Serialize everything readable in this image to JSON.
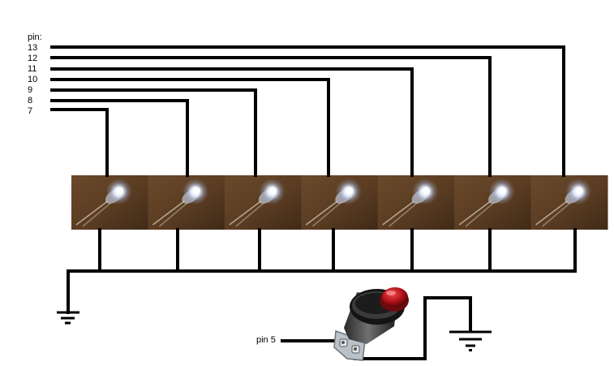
{
  "pins": {
    "header_label": "pin:",
    "labels": [
      "13",
      "12",
      "11",
      "10",
      "9",
      "8",
      "7"
    ]
  },
  "button": {
    "pin_label": "pin 5"
  },
  "leds": {
    "count": 7,
    "photo_bg_color": "#5b3f24",
    "led_glow_color": "#ffffff"
  },
  "button_cap_color": "#b3121c",
  "wire_color": "#000000",
  "icons": [
    "led-photo-icon",
    "ground-symbol-icon",
    "push-button-icon"
  ]
}
